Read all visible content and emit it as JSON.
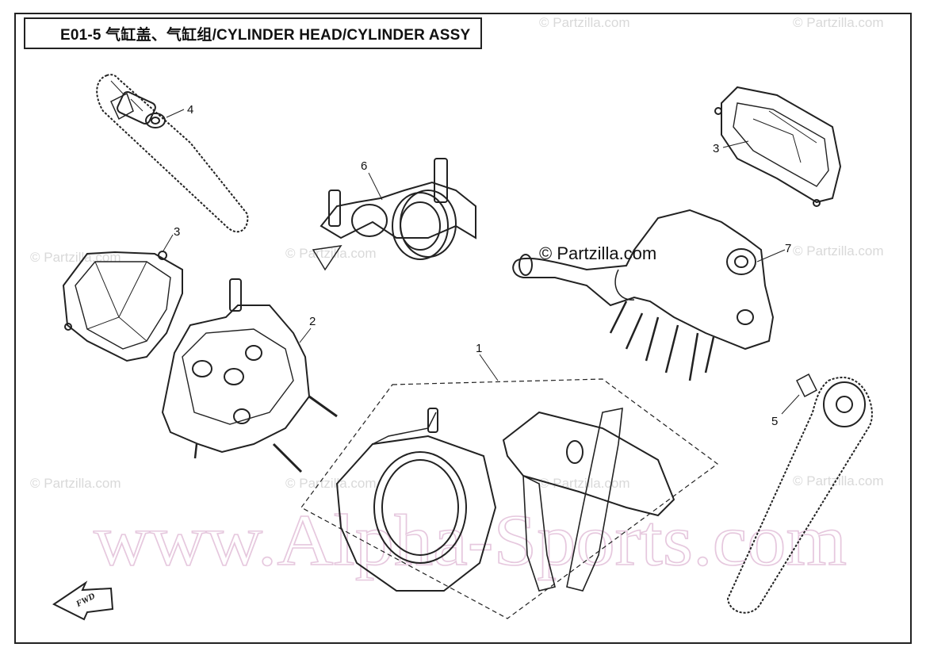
{
  "title": "E01-5 气缸盖、气缸组/CYLINDER HEAD/CYLINDER ASSY",
  "callouts": {
    "c1": "1",
    "c2": "2",
    "c3a": "3",
    "c3b": "3",
    "c4": "4",
    "c5": "5",
    "c6": "6",
    "c7": "7"
  },
  "fwd_label": "FWD",
  "watermark_small": "© Partzilla.com",
  "watermark_main": "© Partzilla.com",
  "watermark_big": "www.Alpha-Sports.com",
  "colors": {
    "line": "#222222",
    "watermark": "#d9d9d9",
    "big_watermark": "#e6c8de"
  }
}
